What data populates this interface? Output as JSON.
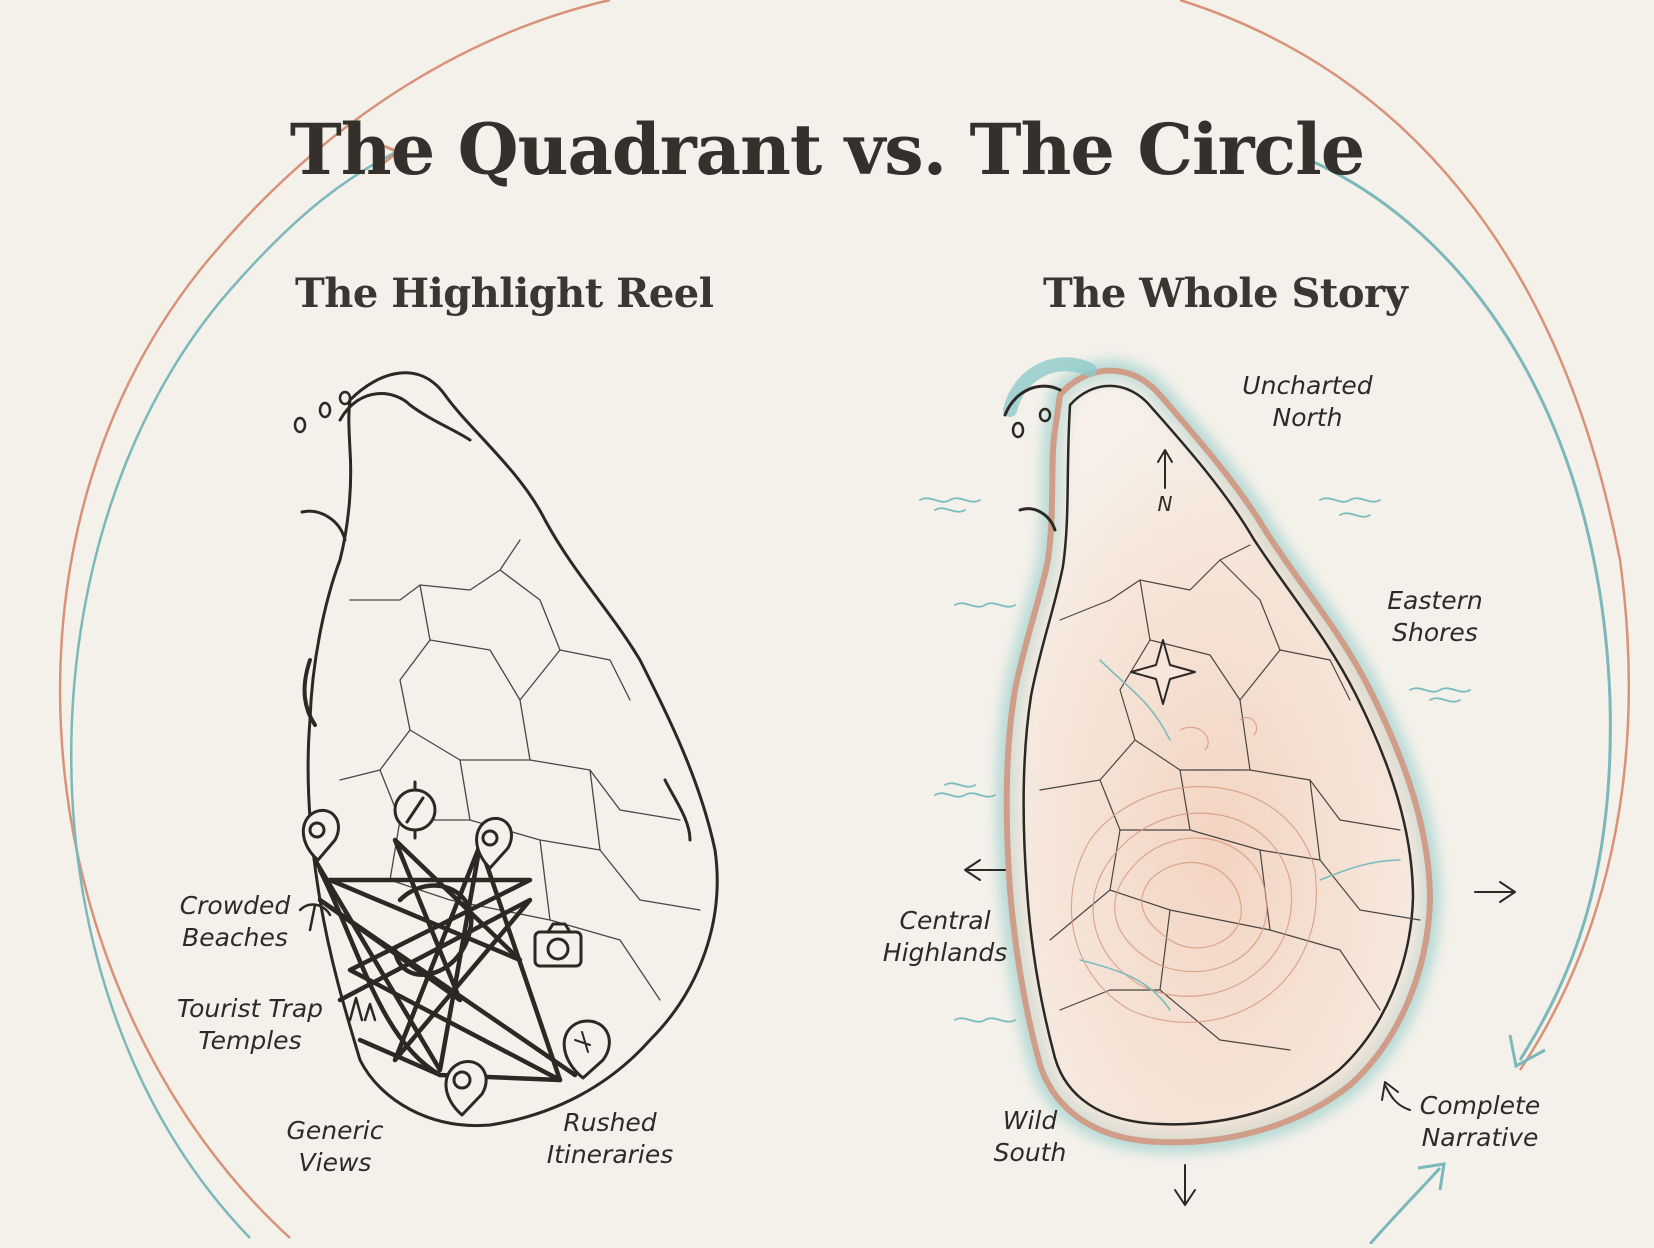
{
  "title": "The Quadrant vs. The Circle",
  "left_panel": {
    "heading": "The Highlight Reel",
    "labels": {
      "crowded_beaches": "Crowded\nBeaches",
      "tourist_trap_temples": "Tourist Trap\nTemples",
      "generic_views": "Generic\nViews",
      "rushed_itineraries": "Rushed\nItineraries"
    }
  },
  "right_panel": {
    "heading": "The Whole Story",
    "north_marker": "N",
    "labels": {
      "uncharted_north": "Uncharted\nNorth",
      "eastern_shores": "Eastern\nShores",
      "central_highlands": "Central\nHighlands",
      "wild_south": "Wild\nSouth",
      "complete_narrative": "Complete\nNarrative"
    }
  },
  "colors": {
    "background": "#f4f1ea",
    "ink": "#2d2a27",
    "terracotta": "#d08a6c",
    "teal": "#6fb3b6"
  }
}
